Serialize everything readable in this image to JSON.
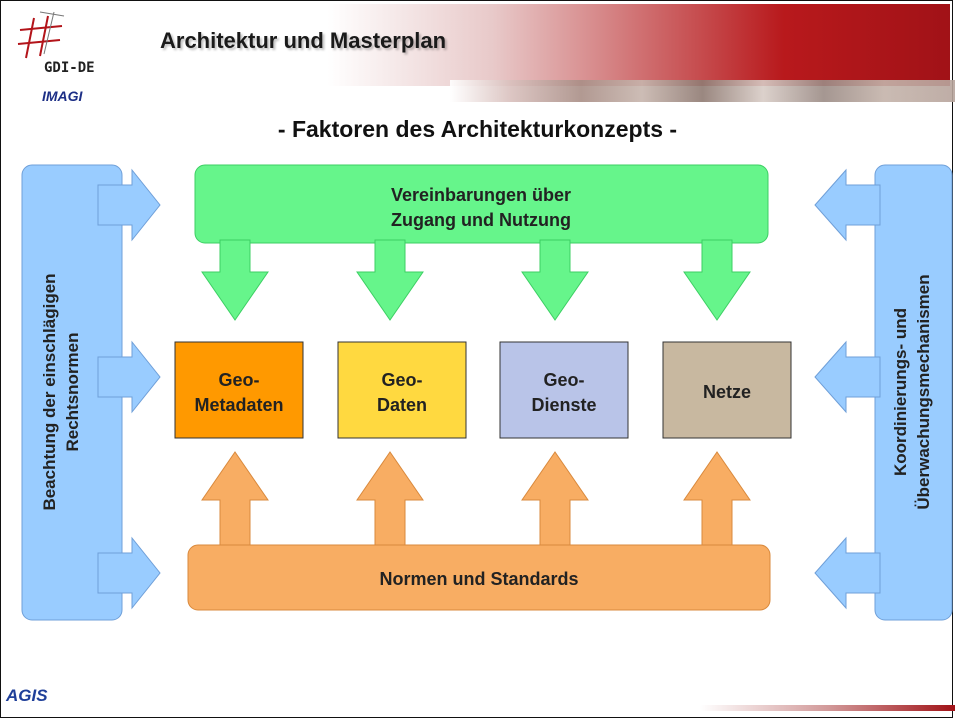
{
  "header": {
    "title": "Architektur und Masterplan",
    "logo_text": "GDI-DE",
    "logo_sub": "IMAGI"
  },
  "subtitle": "- Faktoren des Architekturkonzepts -",
  "diagram": {
    "top_box": {
      "line1": "Vereinbarungen über",
      "line2": "Zugang und Nutzung",
      "color": "#66f58b"
    },
    "bottom_box": {
      "label": "Normen und Standards",
      "color": "#f8ad63"
    },
    "left_bar": {
      "line1": "Beachtung der einschlägigen",
      "line2": "Rechtsnormen",
      "color": "#99ccff"
    },
    "right_bar": {
      "line1": "Koordinierungs- und",
      "line2": "Überwachungsmechanismen",
      "color": "#99ccff"
    },
    "boxes": [
      {
        "line1": "Geo-",
        "line2": "Metadaten",
        "color": "#ff9900"
      },
      {
        "line1": "Geo-",
        "line2": "Daten",
        "color": "#ffd940"
      },
      {
        "line1": "Geo-",
        "line2": "Dienste",
        "color": "#b9c4e8"
      },
      {
        "line1": "Netze",
        "line2": "",
        "color": "#c8b8a0"
      }
    ]
  },
  "footer": {
    "logo_text": "AGIS"
  }
}
